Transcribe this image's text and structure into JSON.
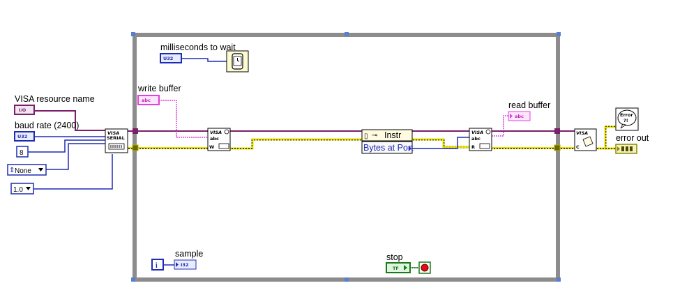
{
  "labels": {
    "visa_resource_name": "VISA resource name",
    "baud_rate": "baud rate (2400)",
    "milliseconds_to_wait": "milliseconds to wait",
    "write_buffer": "write buffer",
    "read_buffer": "read buffer",
    "error_out": "error out",
    "sample": "sample",
    "stop": "stop"
  },
  "terminals": {
    "io_type": "I/O",
    "u32_type": "U32",
    "abc_type": "abc",
    "i32_type": "I32",
    "tf_type": "TF",
    "iteration": "i"
  },
  "constants": {
    "data_bits": "8",
    "parity": "None",
    "stop_bits": "1.0"
  },
  "nodes": {
    "visa_configure": {
      "line1": "VISA",
      "line2": "SERIAL"
    },
    "visa_write": {
      "line1": "VISA",
      "line2": "abc",
      "line3": "W"
    },
    "property_node": {
      "class": "Instr",
      "property": "Bytes at Port"
    },
    "visa_read": {
      "line1": "VISA",
      "line2": "abc",
      "line3": "R"
    },
    "visa_close": {
      "line1": "VISA",
      "line2": "C"
    },
    "error_dialog": {
      "line1": "Error",
      "line2": "?!"
    }
  },
  "colors": {
    "loop_border": "#8c8c8c",
    "visa_wire": "#7b1f6a",
    "error_wire": "#b8b000",
    "numeric_wire": "#1f2bb4",
    "string_wire": "#e040e0",
    "boolean_wire": "#1a7a1a"
  }
}
